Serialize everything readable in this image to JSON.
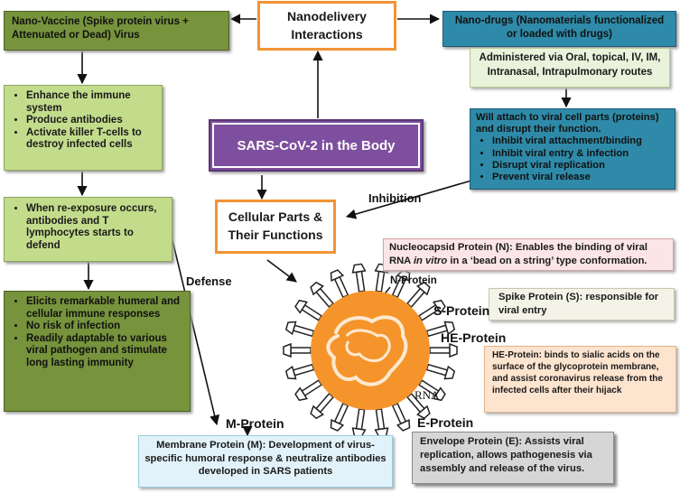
{
  "nano_vaccine": "Nano-Vaccine (Spike protein virus + Attenuated or Dead) Virus",
  "nanodelivery": "Nanodelivery Interactions",
  "nano_drugs": "Nano-drugs (Nanomaterials functionalized or loaded with drugs)",
  "administered": "Administered via Oral, topical, IV, IM, Intranasal, Intrapulmonary routes",
  "immune_effects": [
    "Enhance the immune system",
    "Produce antibodies",
    "Activate killer T-cells to destroy infected cells"
  ],
  "sars_cov2": "SARS-CoV-2 in the Body",
  "drug_action": {
    "intro": "Will attach to viral cell parts (proteins) and disrupt their function.",
    "items": [
      "Inhibit viral attachment/binding",
      "Inhibit viral entry & infection",
      "Disrupt viral replication",
      "Prevent viral release"
    ]
  },
  "inhibition_label": "Inhibition",
  "reexposure": [
    "When re-exposure occurs, antibodies and T lymphocytes starts to defend"
  ],
  "cellular_parts": "Cellular Parts & Their Functions",
  "defense_label": "Defense",
  "responses": [
    "Elicits remarkable humeral and cellular immune responses",
    "No risk of infection",
    "Readily adaptable to various viral pathogen and stimulate long lasting immunity"
  ],
  "nucleocapsid": {
    "before": "Nucleocapsid Protein (N): Enables the binding of viral RNA ",
    "italic": "in vitro",
    "after": " in a ‘bead on a string’ type conformation."
  },
  "spike": "Spike Protein (S): responsible for viral entry",
  "he_desc": "HE-Protein: binds to sialic acids on the surface of the glycoprotein membrane, and assist coronavirus release from the infected cells after their hijack",
  "membrane": "Membrane Protein (M): Development of virus-specific humoral response & neutralize antibodies developed in SARS patients",
  "envelope": "Envelope Protein (E): Assists viral replication, allows pathogenesis via assembly and release of the virus.",
  "virus_labels": {
    "n": "N-Protein",
    "s": "S-Protein",
    "he": "HE-Protein",
    "rna": "RNA",
    "m": "M-Protein",
    "e": "E-Protein"
  },
  "colors": {
    "olive": "#77933c",
    "light_green": "#c3dc8c",
    "teal": "#2e8aa8",
    "purple": "#7e4f9e",
    "orange": "#f29335"
  }
}
